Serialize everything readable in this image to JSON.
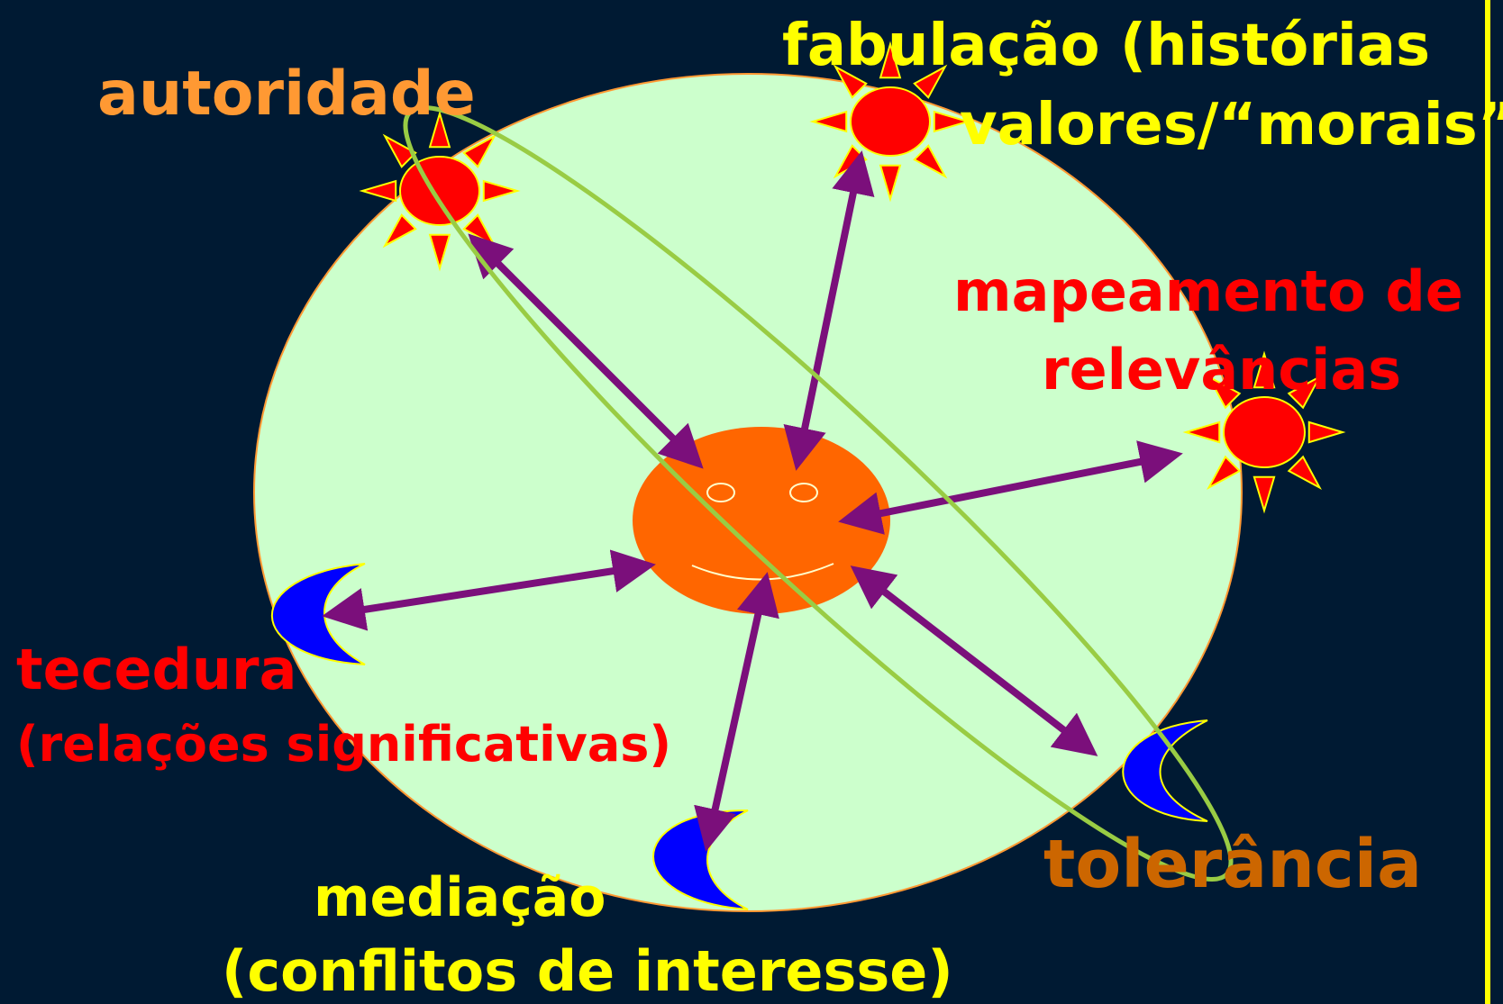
{
  "colors": {
    "background": "#001a33",
    "circle_fill": "#ccffcc",
    "circle_stroke": "#ff9933",
    "orbit_stroke": "#99cc44",
    "arrow": "#7b0f7b",
    "sun_fill": "#ff0000",
    "sun_stroke": "#ffff00",
    "moon_fill": "#0000ff",
    "moon_stroke": "#ffff00",
    "face_fill": "#ff6600",
    "face_detail": "#ffffcc",
    "right_bar": "#ffff00"
  },
  "labels": {
    "autoridade": {
      "text": "autoridade",
      "color": "#ff9933"
    },
    "fabulacao_1": {
      "text": "fabulação (histórias",
      "color": "#ffff00"
    },
    "fabulacao_2": {
      "text": "valores/“morais”)",
      "color": "#ffff00"
    },
    "mapeamento_1": {
      "text": "mapeamento de",
      "color": "#ff0000"
    },
    "mapeamento_2": {
      "text": "relevâncias",
      "color": "#ff0000"
    },
    "tecedura_1": {
      "text": "tecedura",
      "color": "#ff0000"
    },
    "tecedura_2": {
      "text": "(relações significativas)",
      "color": "#ff0000"
    },
    "tolerancia": {
      "text": "tolerância",
      "color": "#cc6600"
    },
    "mediacao_1": {
      "text": "mediação",
      "color": "#ffff00"
    },
    "mediacao_2": {
      "text": "(conflitos de interesse)",
      "color": "#ffff00"
    }
  },
  "icons": {
    "center": "smiley-face-icon",
    "suns": [
      "sun-icon-autoridade",
      "sun-icon-fabulacao",
      "sun-icon-mapeamento"
    ],
    "moons": [
      "moon-icon-tecedura",
      "moon-icon-mediacao",
      "moon-icon-tolerancia"
    ]
  }
}
